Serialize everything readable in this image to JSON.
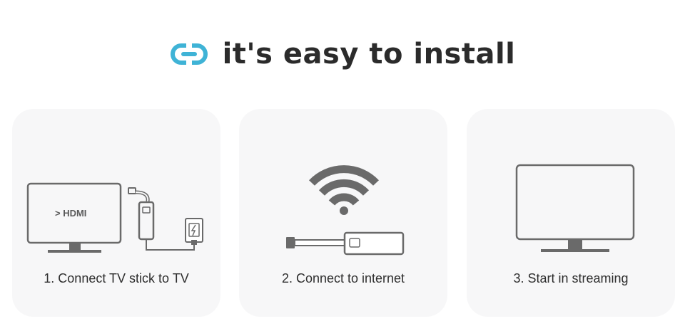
{
  "header": {
    "title": "it's easy to install",
    "icon": "link-icon",
    "accent": "#3fb3d6"
  },
  "steps": [
    {
      "caption": "1. Connect TV stick to TV",
      "tv_label": "> HDMI",
      "icons": [
        "tv-icon",
        "tv-stick-icon",
        "power-outlet-icon"
      ]
    },
    {
      "caption": "2. Connect to internet",
      "icons": [
        "wifi-icon",
        "tv-stick-icon"
      ]
    },
    {
      "caption": "3. Start in streaming",
      "icons": [
        "tv-icon"
      ]
    }
  ]
}
